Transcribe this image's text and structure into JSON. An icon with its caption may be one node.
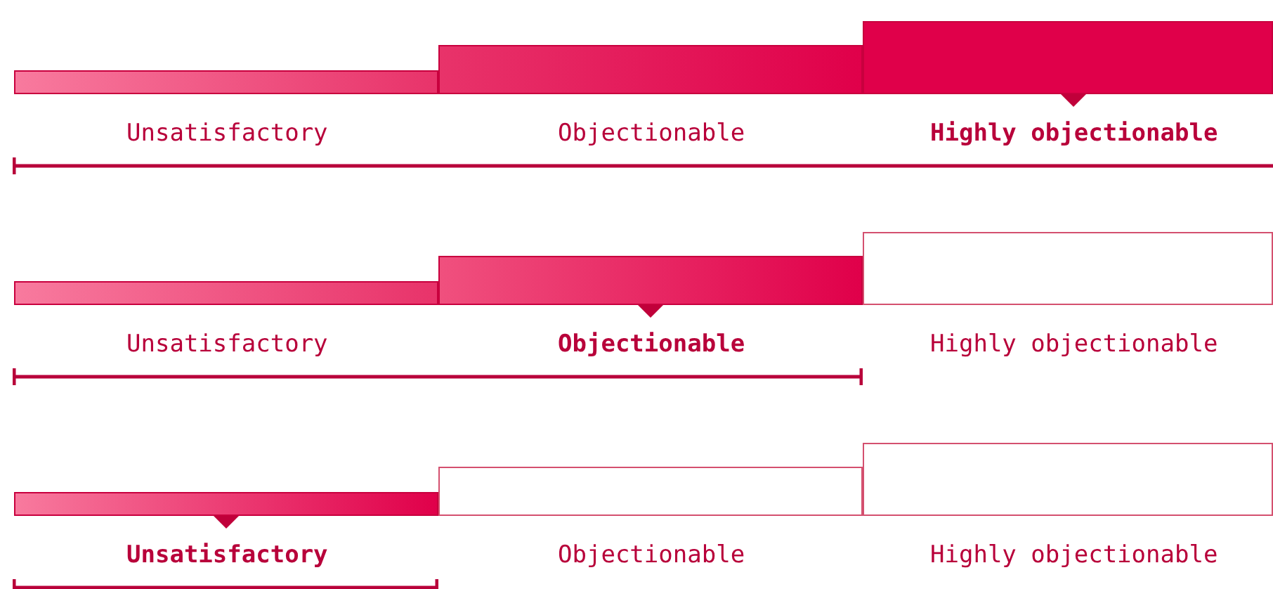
{
  "diagram": {
    "nodes": [
      {
        "text": [
          "Unsatisfactory"
        ]
      },
      {
        "text": [
          "Objectionable"
        ]
      },
      {
        "text": [
          "Highly objectionable"
        ]
      },
      {
        "text": [
          "Unsatisfactory"
        ]
      },
      {
        "text": [
          "Objectionable"
        ]
      },
      {
        "text": [
          "Highly objectionable"
        ]
      },
      {
        "text": [
          "Unsatisfactory"
        ]
      },
      {
        "text": [
          "Objectionable"
        ]
      },
      {
        "text": [
          "Highly objectionable"
        ]
      }
    ]
  }
}
